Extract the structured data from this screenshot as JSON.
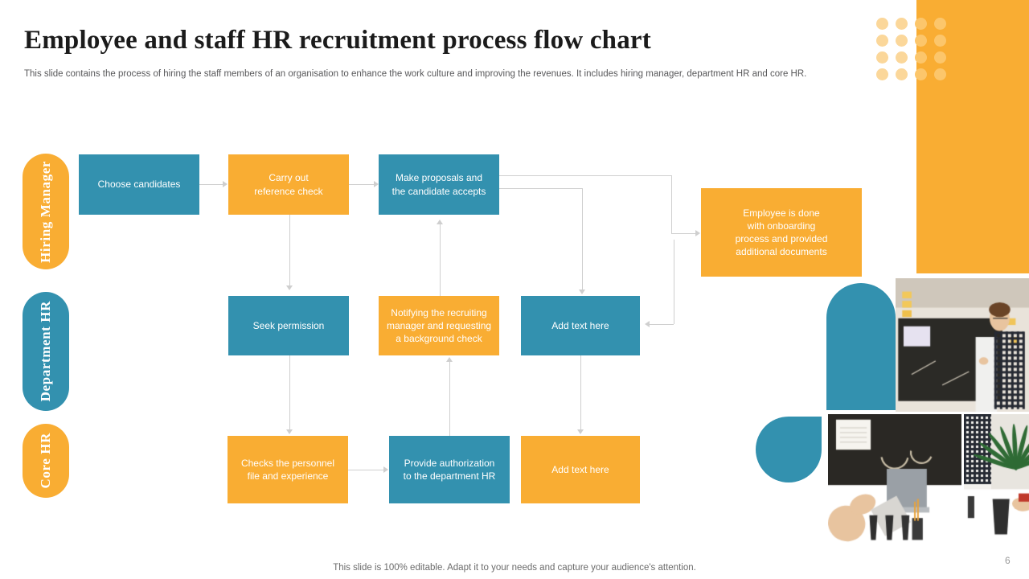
{
  "header": {
    "title": "Employee and staff HR recruitment process flow chart",
    "subtitle": "This slide contains the process of hiring the staff members of an organisation  to enhance the work culture and improving the revenues. It includes hiring manager, department HR and  core HR."
  },
  "lanes": [
    {
      "label": "Hiring Manager",
      "color": "#F9AD33"
    },
    {
      "label": "Department HR",
      "color": "#3391AF"
    },
    {
      "label": "Core HR",
      "color": "#F9AD33"
    }
  ],
  "boxes": [
    {
      "id": "choose-candidates",
      "label": "Choose candidates",
      "color": "blue"
    },
    {
      "id": "reference-check",
      "label": "Carry out\nreference check",
      "color": "orange"
    },
    {
      "id": "make-proposals",
      "label": "Make proposals and\nthe candidate accepts",
      "color": "blue"
    },
    {
      "id": "onboarding-done",
      "label": "Employee is done\nwith onboarding\nprocess  and provided\nadditional documents",
      "color": "orange"
    },
    {
      "id": "seek-permission",
      "label": "Seek permission",
      "color": "blue"
    },
    {
      "id": "notify-recruiter",
      "label": "Notifying the recruiting\nmanager and requesting\na background check",
      "color": "orange"
    },
    {
      "id": "add-text-mid-right",
      "label": "Add text here",
      "color": "blue"
    },
    {
      "id": "checks-personnel",
      "label": "Checks the personnel\nfile and experience",
      "color": "orange"
    },
    {
      "id": "provide-auth",
      "label": "Provide authorization\nto the department HR",
      "color": "blue"
    },
    {
      "id": "add-text-bottom",
      "label": "Add text here",
      "color": "orange"
    }
  ],
  "footer": {
    "note": "This slide is 100% editable. Adapt it to your needs and capture your audience's attention.",
    "page_number": "6"
  },
  "palette": {
    "blue": "#3391AF",
    "orange": "#F9AD33",
    "connector": "#cfcfcf",
    "title": "#1b1b1b",
    "subtitle": "#58585a"
  }
}
